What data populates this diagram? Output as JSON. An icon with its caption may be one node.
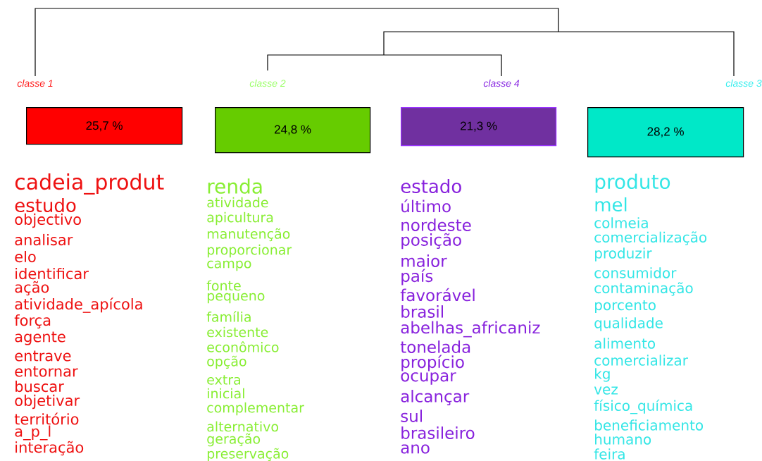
{
  "diagram": {
    "nodes": [
      {
        "text": [
          "classe 1",
          "25,7 %"
        ],
        "beside": [
          "cadeia_produt",
          "estudo",
          "objectivo",
          "analisar",
          "elo",
          "identificar",
          "ação",
          "atividade_apícola",
          "força",
          "agente",
          "entrave",
          "entornar",
          "buscar",
          "objetivar",
          "território",
          "a_p_l",
          "interação"
        ]
      },
      {
        "text": [
          "classe 2",
          "24,8 %"
        ],
        "beside": [
          "renda",
          "atividade",
          "apicultura",
          "manutenção",
          "proporcionar",
          "campo",
          "fonte",
          "pequeno",
          "família",
          "existente",
          "econômico",
          "opção",
          "extra",
          "inicial",
          "complementar",
          "alternativo",
          "geração",
          "preservação"
        ]
      },
      {
        "text": [
          "classe 4",
          "21,3 %"
        ],
        "beside": [
          "estado",
          "último",
          "nordeste",
          "posição",
          "maior",
          "país",
          "favorável",
          "brasil",
          "abelhas_africaniz",
          "tonelada",
          "propício",
          "ocupar",
          "alcançar",
          "sul",
          "brasileiro",
          "ano"
        ]
      },
      {
        "text": [
          "classe 3",
          "28,2 %"
        ],
        "beside": [
          "produto",
          "mel",
          "colmeia",
          "comercialização",
          "produzir",
          "consumidor",
          "contaminação",
          "porcento",
          "qualidade",
          "alimento",
          "comercializar",
          "kg",
          "vez",
          "físico_química",
          "beneficiamento",
          "humano",
          "feira"
        ]
      }
    ]
  }
}
